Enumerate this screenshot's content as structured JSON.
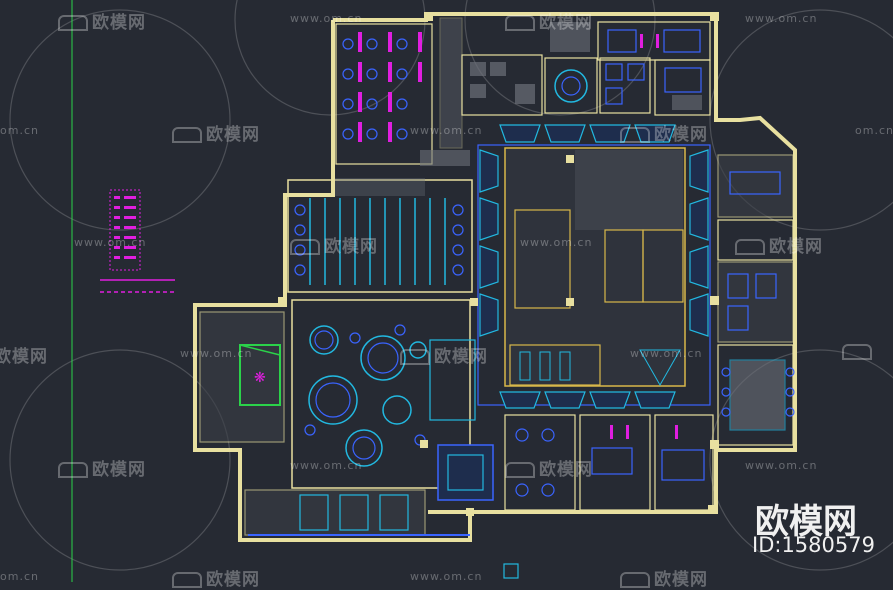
{
  "watermark": {
    "brand_cn": "欧模网",
    "url": "www.om.cn",
    "url_short": "om.cn",
    "edge_fragment": "欧模网"
  },
  "branding": {
    "logo_text": "欧模网",
    "id_label": "ID:1580579"
  },
  "colors": {
    "background": "#262a33",
    "wall": "#e8e0a0",
    "furniture_cyan": "#22b8e0",
    "furniture_blue": "#3a64ff",
    "annotation_magenta": "#e01ee0",
    "hatch_gray": "#6b6f78",
    "partition_yellow": "#d8b84a",
    "guide_green": "#2bd24a",
    "watermark": "rgba(255,255,255,0.30)"
  }
}
